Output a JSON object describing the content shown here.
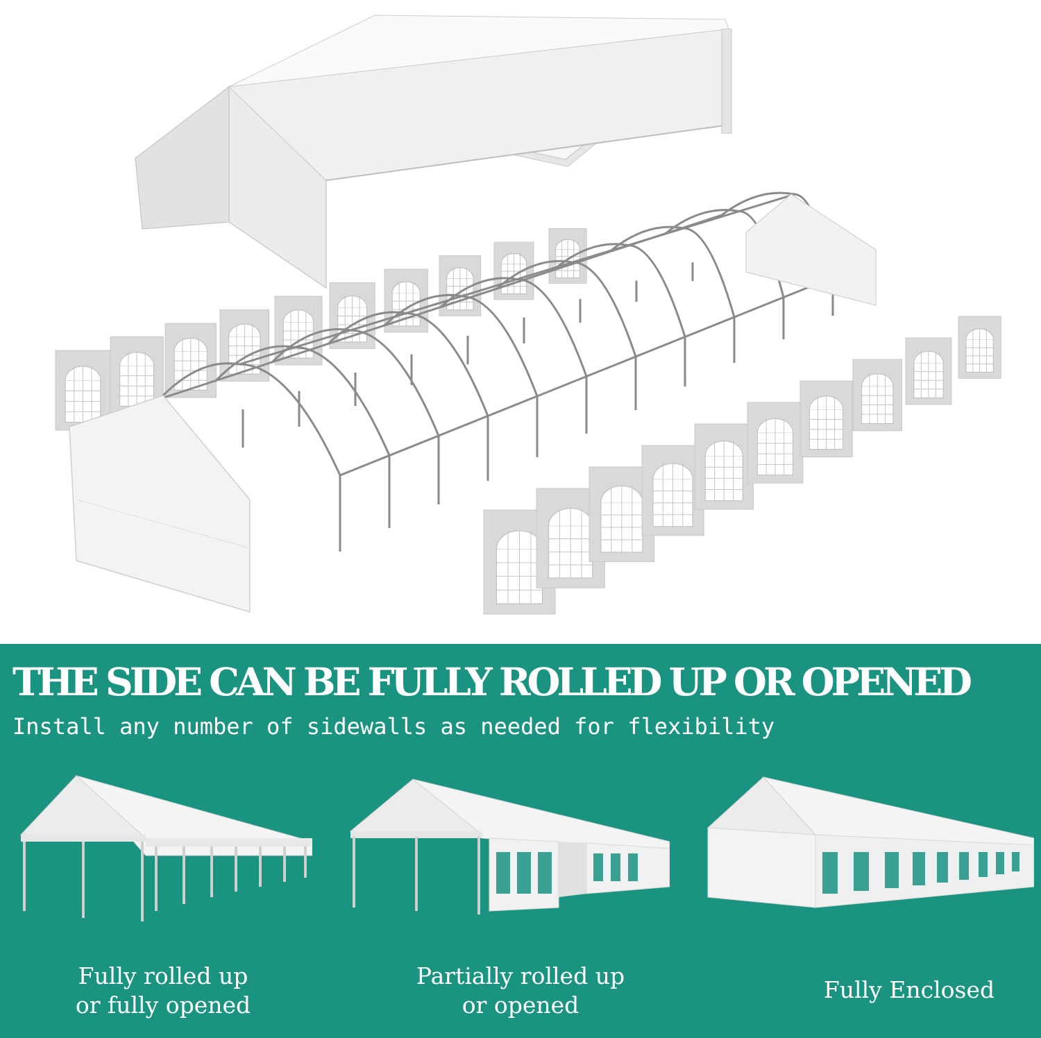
{
  "headline": "THE SIDE CAN BE FULLY ROLLED UP OR OPENED",
  "subheadline": "Install any number of sidewalls as needed for flexibility",
  "variants": [
    {
      "caption_line1": "Fully rolled up",
      "caption_line2": "or fully opened",
      "side_coverage": 0
    },
    {
      "caption_line1": "Partially rolled up",
      "caption_line2": "or opened",
      "side_coverage": 0.5
    },
    {
      "caption_line1": "Fully Enclosed",
      "caption_line2": "",
      "side_coverage": 1
    }
  ],
  "colors": {
    "panel_green": "#1b9381",
    "tent_white": "#f4f4f4",
    "tent_shadow": "#d9d9d9",
    "frame_grey": "#8a8a8a",
    "text_white": "#ffffff"
  }
}
